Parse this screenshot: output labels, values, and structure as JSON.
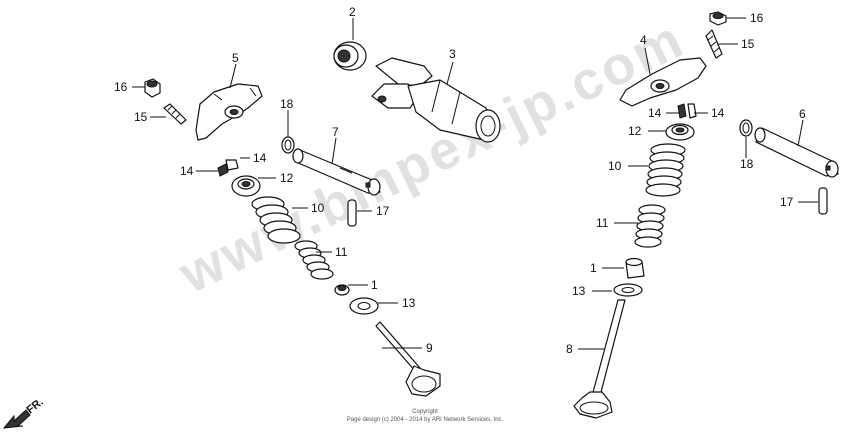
{
  "watermark": "www.bmpex-jp.com",
  "direction_label": "FR.",
  "copyright_title": "Copyright",
  "copyright_line": "Page design (c) 2004 - 2014 by ARI Network Services, Inc.",
  "labels": {
    "l1": "1",
    "l2": "2",
    "l3": "3",
    "l4": "4",
    "l5": "5",
    "l6": "6",
    "l7": "7",
    "l8": "8",
    "l9": "9",
    "l10": "10",
    "l11": "11",
    "l12": "12",
    "l13": "13",
    "l14": "14",
    "l15": "15",
    "l16": "16",
    "l17": "17",
    "l18": "18"
  }
}
